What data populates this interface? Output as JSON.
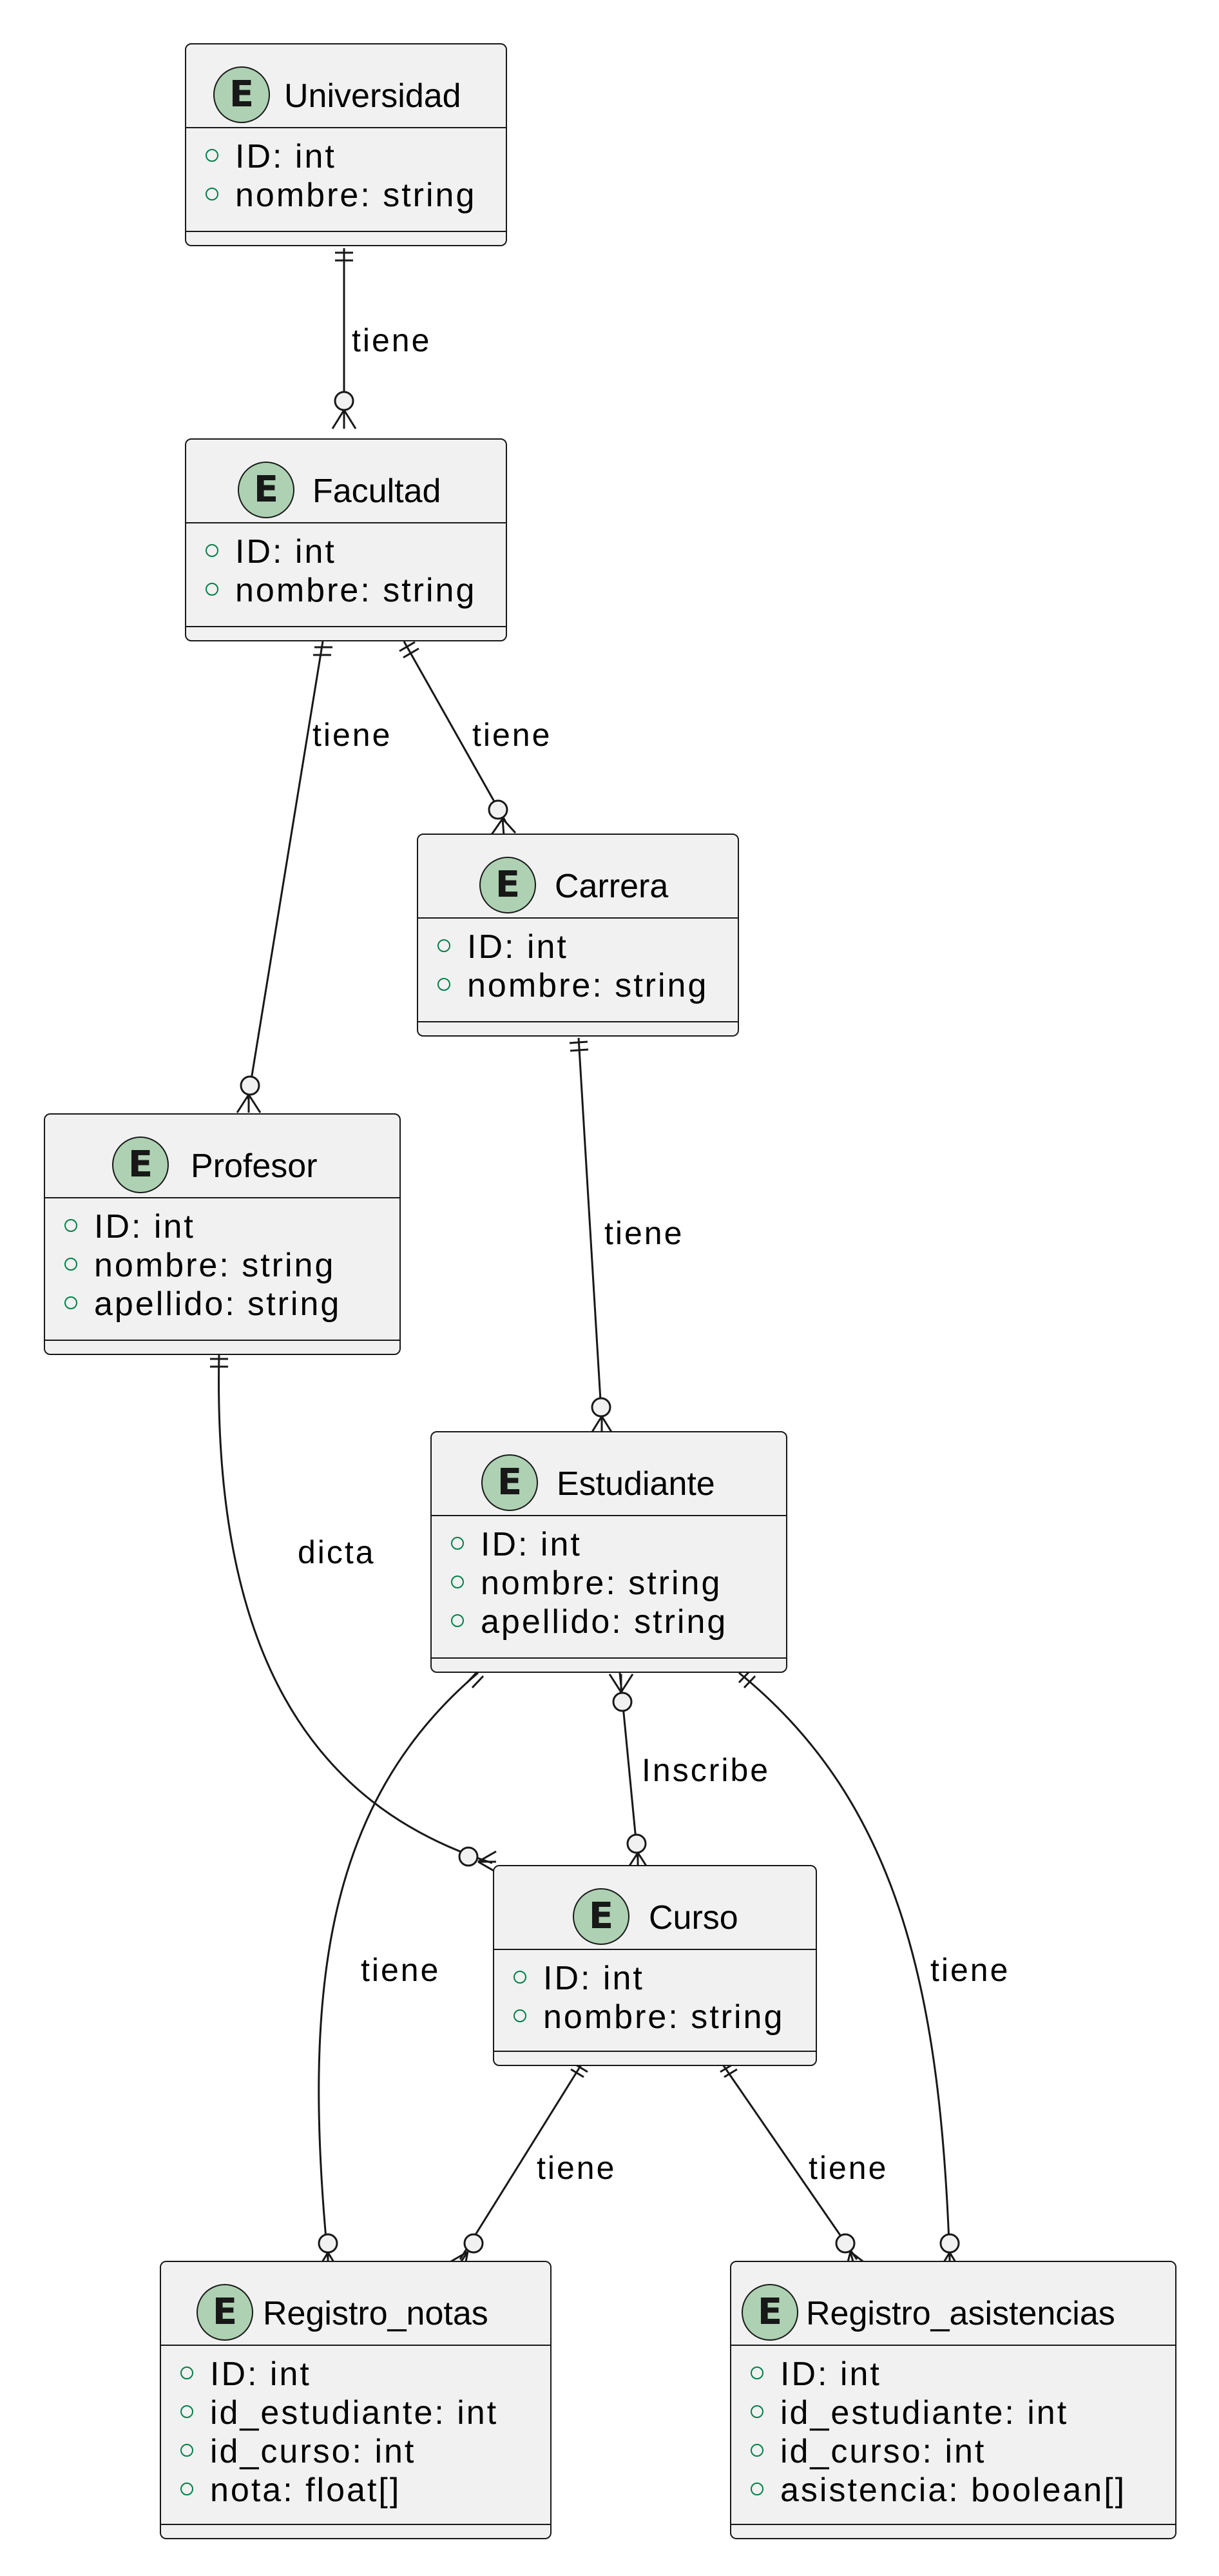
{
  "diagram": {
    "type": "entity-relationship",
    "entities": [
      {
        "id": "universidad",
        "badge": "E",
        "name": "Universidad",
        "attributes": [
          "ID: int",
          "nombre: string"
        ]
      },
      {
        "id": "facultad",
        "badge": "E",
        "name": "Facultad",
        "attributes": [
          "ID: int",
          "nombre: string"
        ]
      },
      {
        "id": "carrera",
        "badge": "E",
        "name": "Carrera",
        "attributes": [
          "ID: int",
          "nombre: string"
        ]
      },
      {
        "id": "profesor",
        "badge": "E",
        "name": "Profesor",
        "attributes": [
          "ID: int",
          "nombre: string",
          "apellido: string"
        ]
      },
      {
        "id": "estudiante",
        "badge": "E",
        "name": "Estudiante",
        "attributes": [
          "ID: int",
          "nombre: string",
          "apellido: string"
        ]
      },
      {
        "id": "curso",
        "badge": "E",
        "name": "Curso",
        "attributes": [
          "ID: int",
          "nombre: string"
        ]
      },
      {
        "id": "registro_notas",
        "badge": "E",
        "name": "Registro_notas",
        "attributes": [
          "ID: int",
          "id_estudiante: int",
          "id_curso: int",
          "nota: float[]"
        ]
      },
      {
        "id": "registro_asistencias",
        "badge": "E",
        "name": "Registro_asistencias",
        "attributes": [
          "ID: int",
          "id_estudiante: int",
          "id_curso: int",
          "asistencia: boolean[]"
        ]
      }
    ],
    "relationships": [
      {
        "id": "universidad-facultad",
        "from": "Universidad",
        "to": "Facultad",
        "label": "tiene",
        "from_cardinality": "exactly-one",
        "to_cardinality": "zero-or-many"
      },
      {
        "id": "facultad-profesor",
        "from": "Facultad",
        "to": "Profesor",
        "label": "tiene",
        "from_cardinality": "exactly-one",
        "to_cardinality": "zero-or-many"
      },
      {
        "id": "facultad-carrera",
        "from": "Facultad",
        "to": "Carrera",
        "label": "tiene",
        "from_cardinality": "exactly-one",
        "to_cardinality": "zero-or-many"
      },
      {
        "id": "carrera-estudiante",
        "from": "Carrera",
        "to": "Estudiante",
        "label": "tiene",
        "from_cardinality": "exactly-one",
        "to_cardinality": "zero-or-many"
      },
      {
        "id": "profesor-curso",
        "from": "Profesor",
        "to": "Curso",
        "label": "dicta",
        "from_cardinality": "exactly-one",
        "to_cardinality": "zero-or-many"
      },
      {
        "id": "estudiante-curso",
        "from": "Estudiante",
        "to": "Curso",
        "label": "Inscribe",
        "from_cardinality": "zero-or-many",
        "to_cardinality": "zero-or-many"
      },
      {
        "id": "estudiante-registro_notas",
        "from": "Estudiante",
        "to": "Registro_notas",
        "label": "tiene",
        "from_cardinality": "exactly-one",
        "to_cardinality": "zero-or-many"
      },
      {
        "id": "estudiante-registro_asistencias",
        "from": "Estudiante",
        "to": "Registro_asistencias",
        "label": "tiene",
        "from_cardinality": "exactly-one",
        "to_cardinality": "zero-or-many"
      },
      {
        "id": "curso-registro_notas",
        "from": "Curso",
        "to": "Registro_notas",
        "label": "tiene",
        "from_cardinality": "exactly-one",
        "to_cardinality": "zero-or-many"
      },
      {
        "id": "curso-registro_asistencias",
        "from": "Curso",
        "to": "Registro_asistencias",
        "label": "tiene",
        "from_cardinality": "exactly-one",
        "to_cardinality": "zero-or-many"
      }
    ],
    "colors": {
      "entity_fill": "#f1f1f1",
      "border": "#181818",
      "badge_fill": "#add1b2",
      "visibility_marker": "#038048"
    }
  }
}
